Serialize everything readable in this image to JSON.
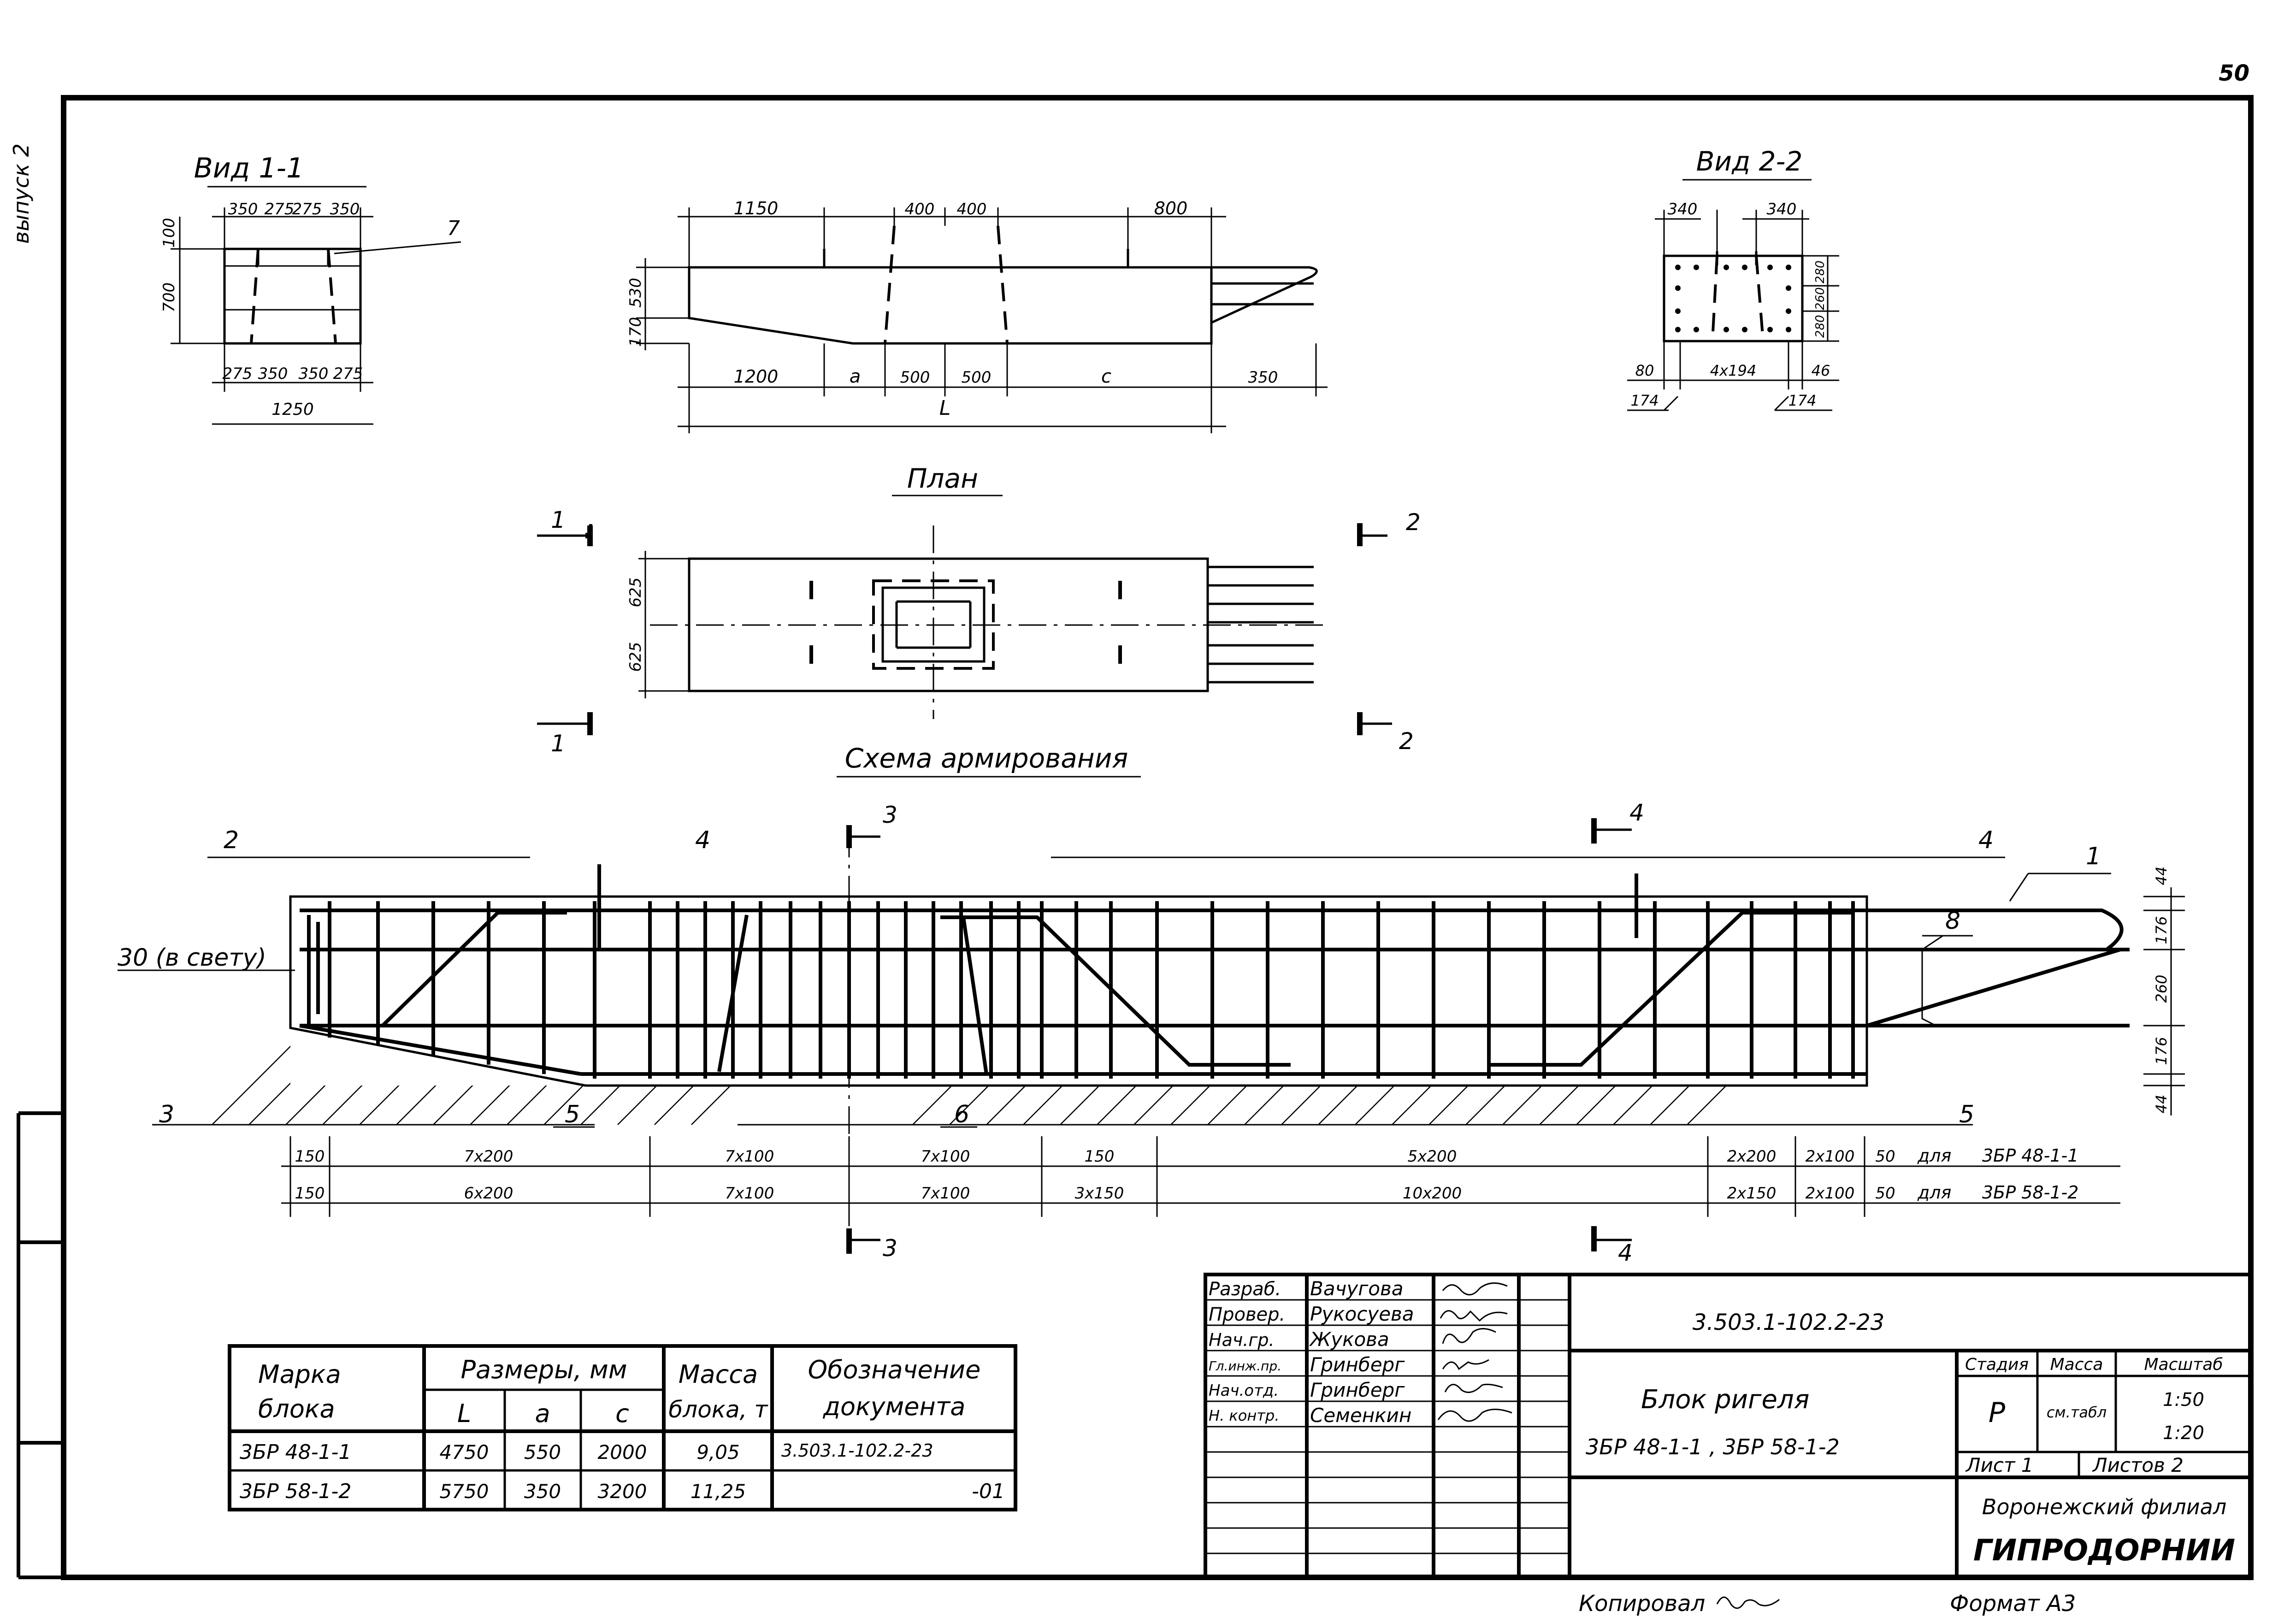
{
  "page_number": "50",
  "side_label": "выпуск 2",
  "views": {
    "view11": {
      "title": "Вид 1-1",
      "dims_top": [
        "350",
        "275",
        "275",
        "350"
      ],
      "dims_left": [
        "100",
        "700"
      ],
      "dims_bottom": [
        "275",
        "350",
        "350",
        "275"
      ],
      "total": "1250",
      "pos7": "7"
    },
    "elevation": {
      "top": [
        "1150",
        "400",
        "400",
        "800"
      ],
      "left": [
        "530",
        "170"
      ],
      "bottom": [
        "1200",
        "a",
        "500",
        "500",
        "c",
        "350"
      ],
      "total": "L"
    },
    "view22": {
      "title": "Вид 2-2",
      "top": [
        "340",
        "340"
      ],
      "right": [
        "280",
        "260",
        "280"
      ],
      "bottom": [
        "80",
        "4x194",
        "46"
      ],
      "bottom2": [
        "174",
        "174"
      ]
    },
    "plan": {
      "title": "План",
      "dims": [
        "625",
        "625"
      ],
      "s1": "1",
      "s2": "2"
    }
  },
  "reinforcement": {
    "title": "Схема армирования",
    "gap_label": "30 (в свету)",
    "positions": [
      "1",
      "2",
      "3",
      "4",
      "4",
      "5",
      "5",
      "6",
      "8"
    ],
    "section3": "3",
    "section4": "4",
    "right_dims": [
      "44",
      "176",
      "260",
      "176",
      "44"
    ],
    "row1": [
      "150",
      "7x200",
      "7x100",
      "7x100",
      "150",
      "5x200",
      "2x200",
      "2x100",
      "50"
    ],
    "row1_note": [
      "для",
      "3БР 48-1-1"
    ],
    "row2": [
      "150",
      "6x200",
      "7x100",
      "7x100",
      "3x150",
      "10x200",
      "2x150",
      "2x100",
      "50"
    ],
    "row2_note": [
      "для",
      "3БР 58-1-2"
    ]
  },
  "table": {
    "headers": {
      "mark": [
        "Марка",
        "блока"
      ],
      "dims": "Размеры, мм",
      "mass": [
        "Масса",
        "блока, т"
      ],
      "doc": [
        "Обозначение",
        "документа"
      ],
      "sub": [
        "L",
        "a",
        "c"
      ]
    },
    "rows": [
      [
        "3БР 48-1-1",
        "4750",
        "550",
        "2000",
        "9,05",
        "3.503.1-102.2-23"
      ],
      [
        "3БР 58-1-2",
        "5750",
        "350",
        "3200",
        "11,25",
        "-01"
      ]
    ]
  },
  "title_block": {
    "roles": [
      [
        "Разраб.",
        "Вачугова"
      ],
      [
        "Провер.",
        "Рукосуева"
      ],
      [
        "Нач.гр.",
        "Жукова"
      ],
      [
        "Гл.инж.пр.",
        "Гринберг"
      ],
      [
        "Нач.отд.",
        "Гринберг"
      ],
      [
        "Н. контр.",
        "Семенкин"
      ]
    ],
    "code": "3.503.1-102.2-23",
    "name": "Блок ригеля",
    "marks": "3БР 48-1-1 , 3БР 58-1-2",
    "stage_label": "Стадия",
    "mass_label": "Масса",
    "scale_label": "Масштаб",
    "stage": "Р",
    "mass": "см.табл",
    "scale1": "1:50",
    "scale2": "1:20",
    "sheet": "Лист 1",
    "sheets": "Листов 2",
    "org1": "Воронежский филиал",
    "org2": "ГИПРОДОРНИИ"
  },
  "footer": {
    "copied": "Копировал",
    "format": "Формат А3"
  }
}
